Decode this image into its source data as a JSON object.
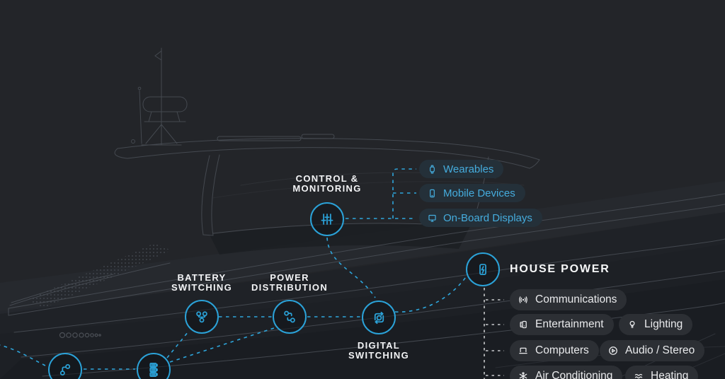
{
  "colors": {
    "accent": "#2ba2d8",
    "background": "#232529",
    "device_pill_bg": "#243039",
    "device_pill_text": "#45acdd",
    "house_pill_bg": "#2c2f34",
    "house_pill_text": "#e9eaec",
    "connector_gray": "#c8cacc",
    "boat_line": "#50555d"
  },
  "nodes": {
    "control": {
      "line1": "CONTROL &",
      "line2": "MONITORING",
      "icon": "sliders-icon"
    },
    "battery": {
      "line1": "BATTERY",
      "line2": "SWITCHING",
      "icon": "battery-splitter-icon"
    },
    "power": {
      "line1": "POWER",
      "line2": "DISTRIBUTION",
      "icon": "route-icon"
    },
    "digital": {
      "line1": "DIGITAL",
      "line2": "SWITCHING",
      "icon": "sync-loop-icon"
    },
    "house": {
      "label": "HOUSE POWER",
      "icon": "battery-bolt-icon"
    },
    "engine": {
      "icon": "branch-icon"
    },
    "batteries": {
      "icon": "battery-stack-icon"
    }
  },
  "device_pills": {
    "wearables": {
      "label": "Wearables",
      "icon": "watch-icon"
    },
    "mobile": {
      "label": "Mobile Devices",
      "icon": "smartphone-icon"
    },
    "displays": {
      "label": "On-Board Displays",
      "icon": "monitor-icon"
    }
  },
  "house_pills": {
    "communications": {
      "label": "Communications",
      "icon": "broadcast-icon"
    },
    "entertainment": {
      "label": "Entertainment",
      "icon": "speaker-phone-icon"
    },
    "lighting": {
      "label": "Lighting",
      "icon": "lightbulb-icon"
    },
    "computers": {
      "label": "Computers",
      "icon": "laptop-icon"
    },
    "audio": {
      "label": "Audio / Stereo",
      "icon": "play-circle-icon"
    },
    "aircon": {
      "label": "Air Conditioning",
      "icon": "snowflake-icon"
    },
    "heating": {
      "label": "Heating",
      "icon": "heat-waves-icon"
    }
  }
}
